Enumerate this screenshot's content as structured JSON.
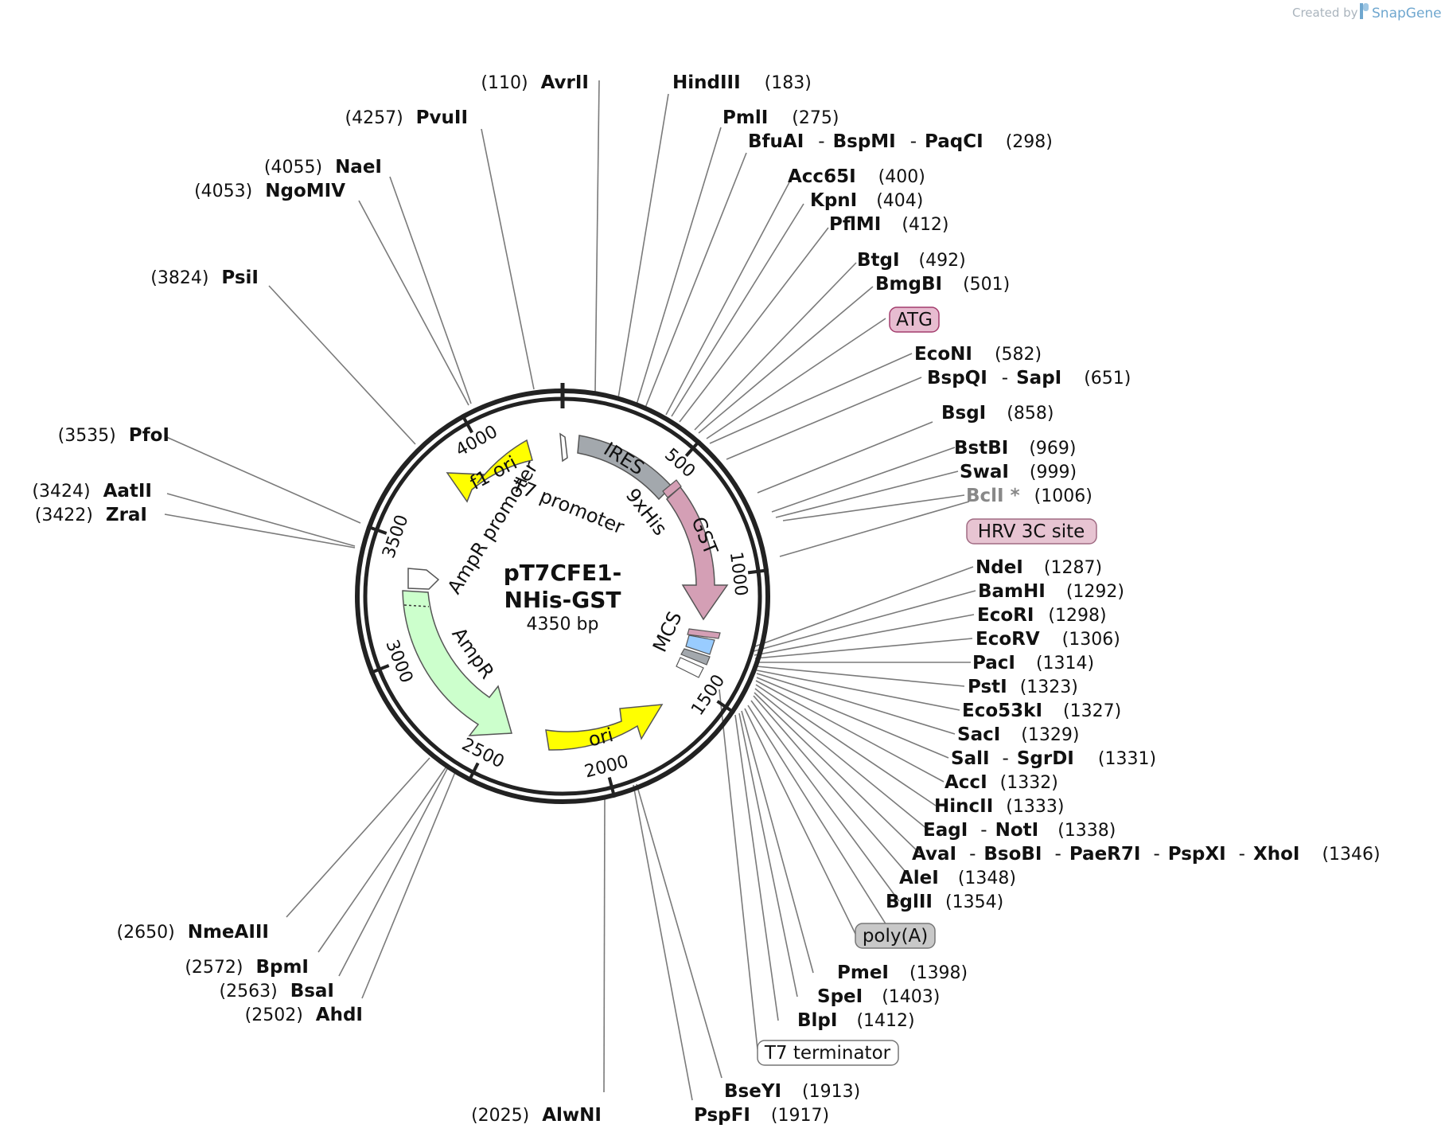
{
  "credit": {
    "created_by": "Created by",
    "brand": "SnapGene"
  },
  "plasmid": {
    "name_line1": "pT7CFE1-",
    "name_line2": "NHis-GST",
    "size": "4350 bp"
  },
  "ticks": [
    "500",
    "1000",
    "1500",
    "2000",
    "2500",
    "3000",
    "3500",
    "4000"
  ],
  "features": {
    "ires": "IRES",
    "gst": "GST",
    "his": "9xHis",
    "t7_promoter": "T7 promoter",
    "ampr_promoter": "AmpR promoter",
    "f1_ori": "f1 ori",
    "ampr": "AmpR",
    "ori": "ori",
    "mcs": "MCS"
  },
  "boxed_features": {
    "atg": "ATG",
    "hrv": "HRV 3C site",
    "polya": "poly(A)",
    "t7term": "T7 terminator"
  },
  "sites_right": [
    {
      "names": [
        "HindIII"
      ],
      "pos": "(183)"
    },
    {
      "names": [
        "PmlI"
      ],
      "pos": "(275)"
    },
    {
      "names": [
        "BfuAI",
        "BspMI",
        "PaqCI"
      ],
      "pos": "(298)"
    },
    {
      "names": [
        "Acc65I"
      ],
      "pos": "(400)"
    },
    {
      "names": [
        "KpnI"
      ],
      "pos": "(404)"
    },
    {
      "names": [
        "PflMI"
      ],
      "pos": "(412)"
    },
    {
      "names": [
        "BtgI"
      ],
      "pos": "(492)"
    },
    {
      "names": [
        "BmgBI"
      ],
      "pos": "(501)"
    },
    {
      "names": [
        "EcoNI"
      ],
      "pos": "(582)"
    },
    {
      "names": [
        "BspQI",
        "SapI"
      ],
      "pos": "(651)"
    },
    {
      "names": [
        "BsgI"
      ],
      "pos": "(858)"
    },
    {
      "names": [
        "BstBI"
      ],
      "pos": "(969)"
    },
    {
      "names": [
        "SwaI"
      ],
      "pos": "(999)"
    },
    {
      "names": [
        "BclI *"
      ],
      "pos": "(1006)"
    },
    {
      "names": [
        "NdeI"
      ],
      "pos": "(1287)"
    },
    {
      "names": [
        "BamHI"
      ],
      "pos": "(1292)"
    },
    {
      "names": [
        "EcoRI"
      ],
      "pos": "(1298)"
    },
    {
      "names": [
        "EcoRV"
      ],
      "pos": "(1306)"
    },
    {
      "names": [
        "PacI"
      ],
      "pos": "(1314)"
    },
    {
      "names": [
        "PstI"
      ],
      "pos": "(1323)"
    },
    {
      "names": [
        "Eco53kI"
      ],
      "pos": "(1327)"
    },
    {
      "names": [
        "SacI"
      ],
      "pos": "(1329)"
    },
    {
      "names": [
        "SalI",
        "SgrDI"
      ],
      "pos": "(1331)"
    },
    {
      "names": [
        "AccI"
      ],
      "pos": "(1332)"
    },
    {
      "names": [
        "HincII"
      ],
      "pos": "(1333)"
    },
    {
      "names": [
        "EagI",
        "NotI"
      ],
      "pos": "(1338)"
    },
    {
      "names": [
        "AvaI",
        "BsoBI",
        "PaeR7I",
        "PspXI",
        "XhoI"
      ],
      "pos": "(1346)"
    },
    {
      "names": [
        "AleI"
      ],
      "pos": "(1348)"
    },
    {
      "names": [
        "BglII"
      ],
      "pos": "(1354)"
    },
    {
      "names": [
        "PmeI"
      ],
      "pos": "(1398)"
    },
    {
      "names": [
        "SpeI"
      ],
      "pos": "(1403)"
    },
    {
      "names": [
        "BlpI"
      ],
      "pos": "(1412)"
    },
    {
      "names": [
        "BseYI"
      ],
      "pos": "(1913)"
    },
    {
      "names": [
        "PspFI"
      ],
      "pos": "(1917)"
    }
  ],
  "sites_left": [
    {
      "name": "AvrII",
      "pos": "(110)"
    },
    {
      "name": "PvuII",
      "pos": "(4257)"
    },
    {
      "name": "NaeI",
      "pos": "(4055)"
    },
    {
      "name": "NgoMIV",
      "pos": "(4053)"
    },
    {
      "name": "PsiI",
      "pos": "(3824)"
    },
    {
      "name": "PfoI",
      "pos": "(3535)"
    },
    {
      "name": "AatII",
      "pos": "(3424)"
    },
    {
      "name": "ZraI",
      "pos": "(3422)"
    },
    {
      "name": "NmeAIII",
      "pos": "(2650)"
    },
    {
      "name": "BpmI",
      "pos": "(2572)"
    },
    {
      "name": "BsaI",
      "pos": "(2563)"
    },
    {
      "name": "AhdI",
      "pos": "(2502)"
    },
    {
      "name": "AlwNI",
      "pos": "(2025)"
    }
  ],
  "colors": {
    "ires": "#a3a8ad",
    "gst": "#d49fb5",
    "ori": "#ffff00",
    "ampr": "#ccffcc",
    "mcs_blue": "#99ccff",
    "atg_box": "#e7bcd0",
    "hrv_box": "#e7c4d2",
    "polya_box": "#c8c8c8"
  }
}
